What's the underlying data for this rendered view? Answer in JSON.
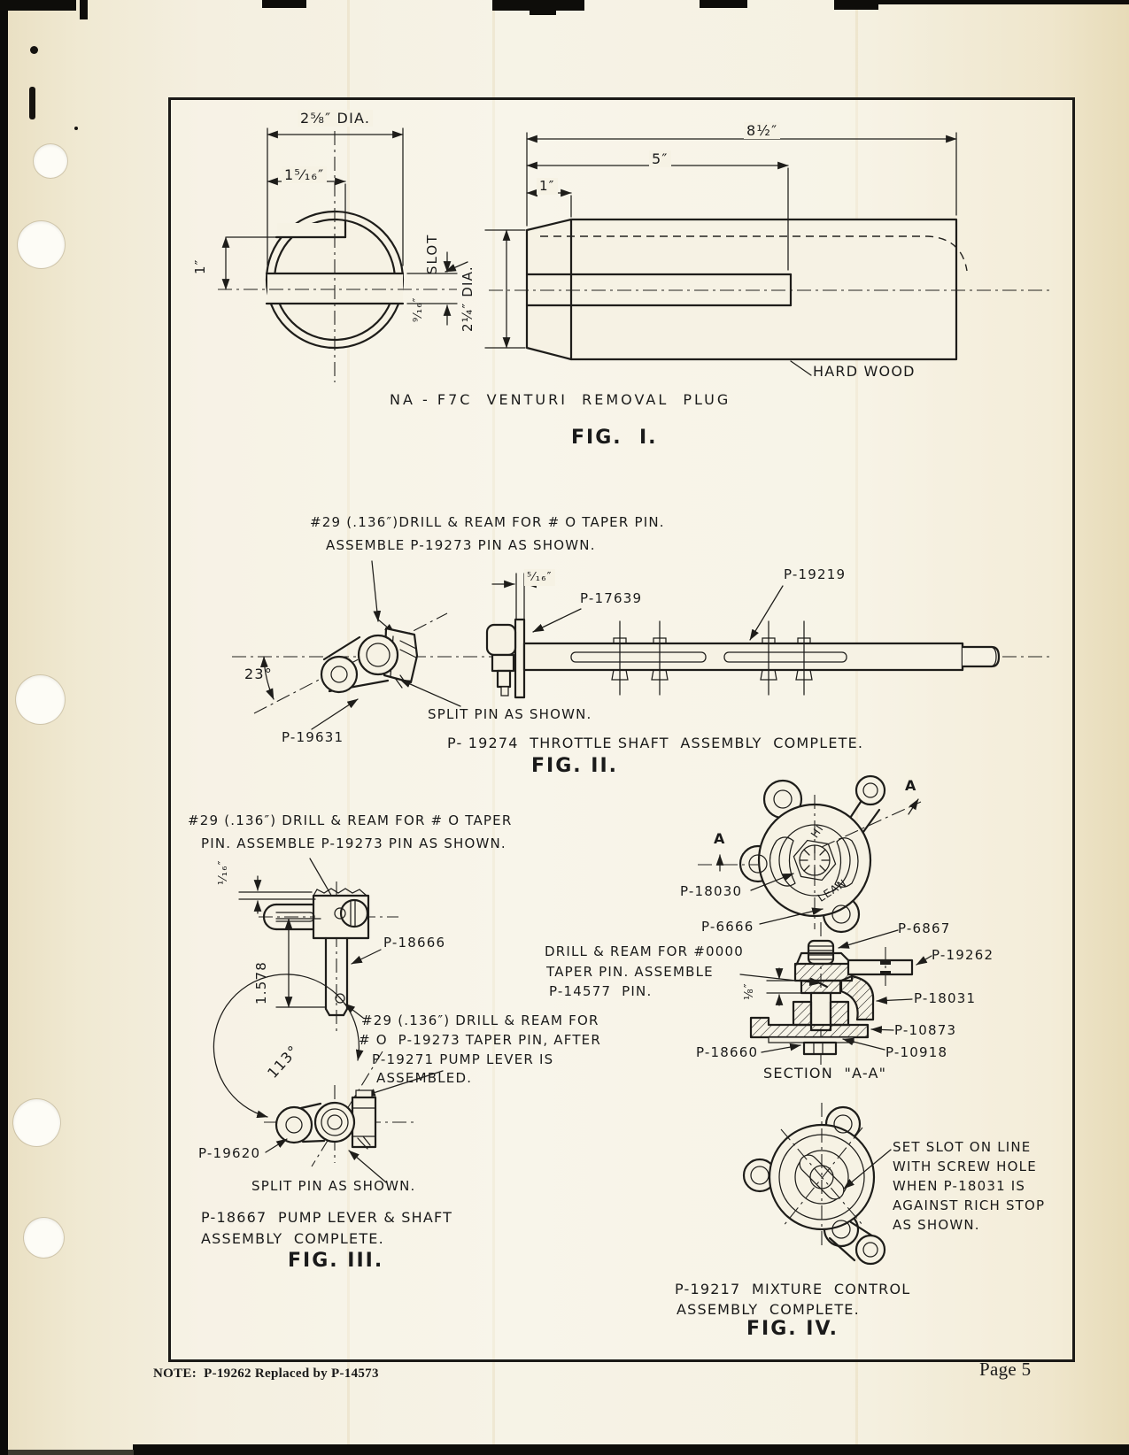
{
  "footer": {
    "note": "NOTE:  P-19262 Replaced by P-14573",
    "page_number": "Page 5"
  },
  "fig1": {
    "title": "NA - F7C  VENTURI  REMOVAL  PLUG",
    "fig_label": "FIG.  I.",
    "dim_outer_dia": "2⅝″ DIA.",
    "dim_slot_offset": "1⁵⁄₁₆″",
    "dim_one_left": "1″",
    "slot_label": "SLOT",
    "dim_slot_width": "⁹⁄₁₆″",
    "dim_overall": "8½″",
    "dim_five": "5″",
    "dim_one_top": "1″",
    "dim_dia_side": "2¼″ DIA.",
    "material_label": "HARD WOOD"
  },
  "fig2": {
    "note_line1": "#29 (.136″)DRILL & REAM FOR # O TAPER PIN.",
    "note_line2": "ASSEMBLE P-19273 PIN AS SHOWN.",
    "dim_516": "⁵⁄₁₆″",
    "label_p17639": "P-17639",
    "label_p19219": "P-19219",
    "angle": "23°",
    "label_p19631": "P-19631",
    "split_pin_note": "SPLIT PIN AS SHOWN.",
    "caption": "P- 19274  THROTTLE SHAFT  ASSEMBLY  COMPLETE.",
    "fig_label": "FIG. II."
  },
  "fig3": {
    "note_line1": "#29 (.136″) DRILL & REAM FOR # O TAPER",
    "note_line2": "PIN. ASSEMBLE P-19273 PIN AS SHOWN.",
    "dim_116": "¹⁄₁₆″",
    "label_p18666": "P-18666",
    "dim_1578": "1.578",
    "note2_line1": "#29 (.136″) DRILL & REAM FOR",
    "note2_line2": "# O  P-19273 TAPER PIN, AFTER",
    "note2_line3": "P-19271 PUMP LEVER IS",
    "note2_line4": "ASSEMBLED.",
    "angle": "113°",
    "label_p19620": "P-19620",
    "split_pin_note": "SPLIT PIN AS SHOWN.",
    "caption_line1": "P-18667  PUMP LEVER & SHAFT",
    "caption_line2": "ASSEMBLY  COMPLETE.",
    "fig_label": "FIG. III."
  },
  "fig4": {
    "section_a_left": "A",
    "section_a_right": "A",
    "hi_label": "HI",
    "lean_label": "LEAN",
    "label_p18030": "P-18030",
    "label_p6666": "P-6666",
    "label_p6867": "P-6867",
    "label_p19262": "P-19262",
    "drill_note_line1": "DRILL & REAM FOR #0000",
    "drill_note_line2": "TAPER PIN. ASSEMBLE",
    "drill_note_line3": "P-14577  PIN.",
    "dim_18": "⅛″",
    "label_p18031": "P-18031",
    "label_p10873": "P-10873",
    "label_p10918": "P-10918",
    "label_p18660": "P-18660",
    "section_caption": "SECTION  \"A-A\"",
    "set_note_line1": "SET SLOT ON LINE",
    "set_note_line2": "WITH SCREW HOLE",
    "set_note_line3": "WHEN P-18031 IS",
    "set_note_line4": "AGAINST RICH STOP",
    "set_note_line5": "AS SHOWN.",
    "caption_line1": "P-19217  MIXTURE  CONTROL",
    "caption_line2": "ASSEMBLY  COMPLETE.",
    "fig_label": "FIG. IV."
  }
}
